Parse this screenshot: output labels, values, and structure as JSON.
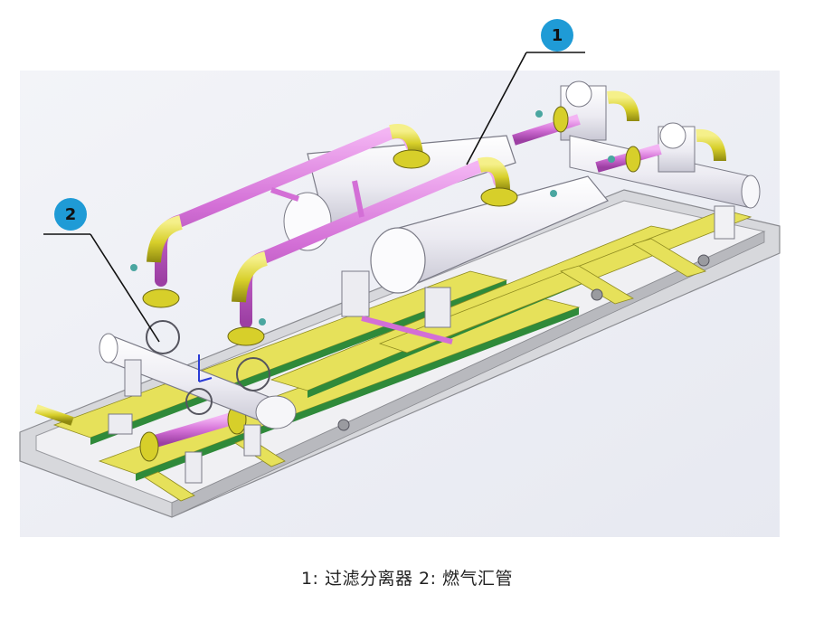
{
  "callouts": [
    {
      "id": "1"
    },
    {
      "id": "2"
    }
  ],
  "caption": "1: 过滤分离器    2: 燃气汇管",
  "colors": {
    "background_panel": "#eef0f6",
    "skid_frame": "#d7d8dc",
    "beam_yellow": "#e6e15a",
    "beam_green": "#2f8a3a",
    "vessel": "#f2f1f6",
    "pipe_magenta": "#d36fd6",
    "pipe_yellow": "#c9c21a",
    "callout_circle": "#1f9bd6"
  }
}
